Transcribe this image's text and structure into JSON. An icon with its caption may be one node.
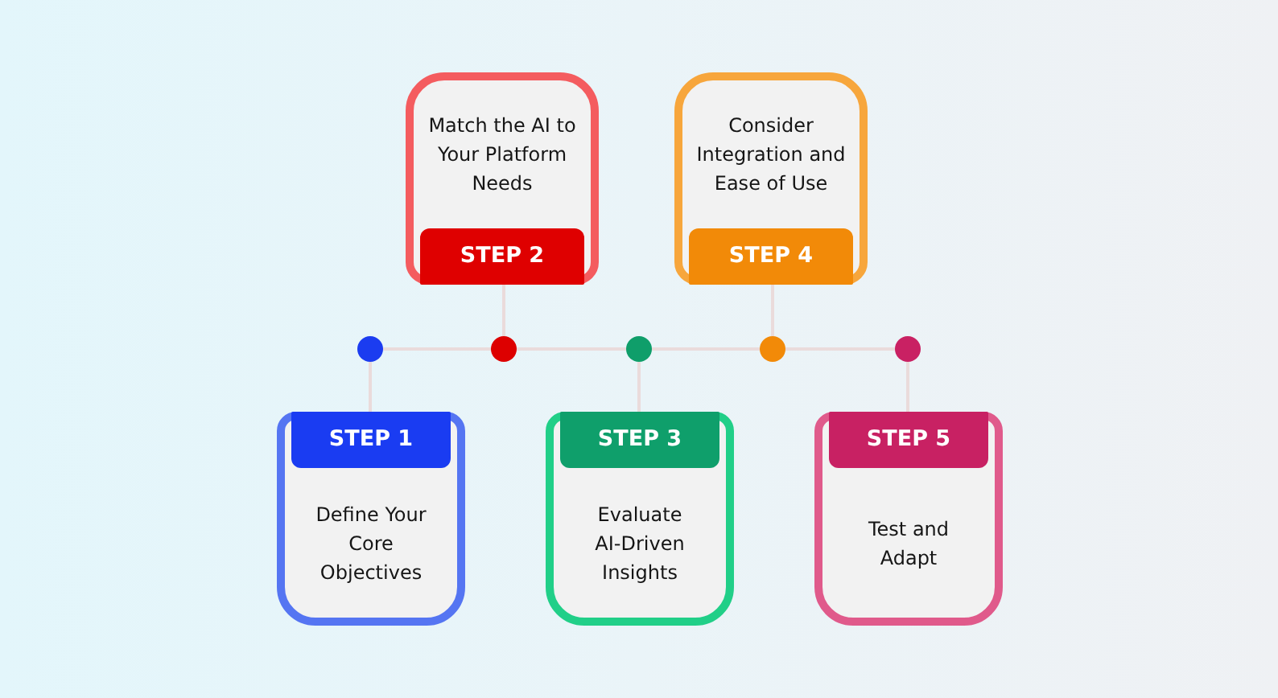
{
  "diagram": {
    "nodes": [
      {
        "text": [
          "STEP 1",
          "Define Your Core Objectives"
        ]
      },
      {
        "text": [
          "Match the AI to Your Platform Needs",
          "STEP 2"
        ]
      },
      {
        "text": [
          "STEP 3",
          "Evaluate AI-Driven Insights"
        ]
      },
      {
        "text": [
          "Consider Integration and Ease of Use",
          "STEP 4"
        ]
      },
      {
        "text": [
          "STEP 5",
          "Test and Adapt"
        ]
      },
      {
        "text": [],
        "shape": "circle"
      },
      {
        "text": [],
        "shape": "circle"
      },
      {
        "text": [],
        "shape": "circle"
      },
      {
        "text": [],
        "shape": "circle"
      },
      {
        "text": [],
        "shape": "circle"
      }
    ],
    "edges": [
      {
        "from": 5,
        "to": 6,
        "arrow": "none"
      },
      {
        "from": 6,
        "to": 7,
        "arrow": "none"
      },
      {
        "from": 7,
        "to": 8,
        "arrow": "none"
      },
      {
        "from": 8,
        "to": 9,
        "arrow": "none"
      },
      {
        "from": 5,
        "to": 0,
        "arrow": "none"
      },
      {
        "from": 6,
        "to": 1,
        "arrow": "none"
      },
      {
        "from": 7,
        "to": 2,
        "arrow": "none"
      },
      {
        "from": 8,
        "to": 3,
        "arrow": "none"
      },
      {
        "from": 9,
        "to": 4,
        "arrow": "none"
      }
    ]
  }
}
